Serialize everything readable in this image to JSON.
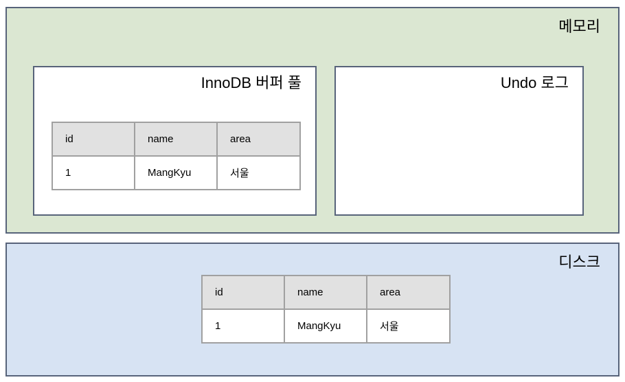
{
  "memory": {
    "label": "메모리",
    "buffer_pool": {
      "title": "InnoDB 버퍼 풀",
      "table": {
        "headers": [
          "id",
          "name",
          "area"
        ],
        "rows": [
          [
            "1",
            "MangKyu",
            "서울"
          ]
        ]
      }
    },
    "undo_log": {
      "title": "Undo 로그"
    }
  },
  "disk": {
    "label": "디스크",
    "table": {
      "headers": [
        "id",
        "name",
        "area"
      ],
      "rows": [
        [
          "1",
          "MangKyu",
          "서울"
        ]
      ]
    }
  },
  "colors": {
    "memory_fill": "#dbe7d2",
    "disk_fill": "#d7e3f3",
    "container_border": "#57637a",
    "table_header_fill": "#e1e1e1",
    "table_border": "#a0a0a0"
  }
}
